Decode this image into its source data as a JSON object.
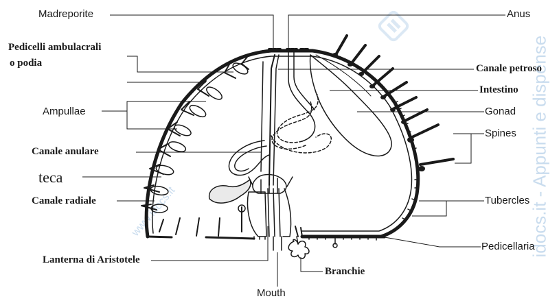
{
  "labels": {
    "madreporite": "Madreporite",
    "pedicelli": "Pedicelli ambulacrali",
    "podia": "o podia",
    "ampullae": "Ampullae",
    "canale_anulare": "Canale anulare",
    "teca": "teca",
    "canale_radiale": "Canale radiale",
    "lanterna": "Lanterna di Aristotele",
    "mouth": "Mouth",
    "branchie": "Branchie",
    "anus": "Anus",
    "canale_petroso": "Canale petroso",
    "intestino": "Intestino",
    "gonad": "Gonad",
    "spines": "Spines",
    "tubercles": "Tubercles",
    "pedicellaria": "Pedicellaria"
  },
  "watermark": {
    "side_text": "idocs.it - Appunti e dispense",
    "diagonal_text": "www.idocs.it"
  },
  "colors": {
    "ink": "#1a1a1a",
    "watermark": "#c9dcee"
  }
}
